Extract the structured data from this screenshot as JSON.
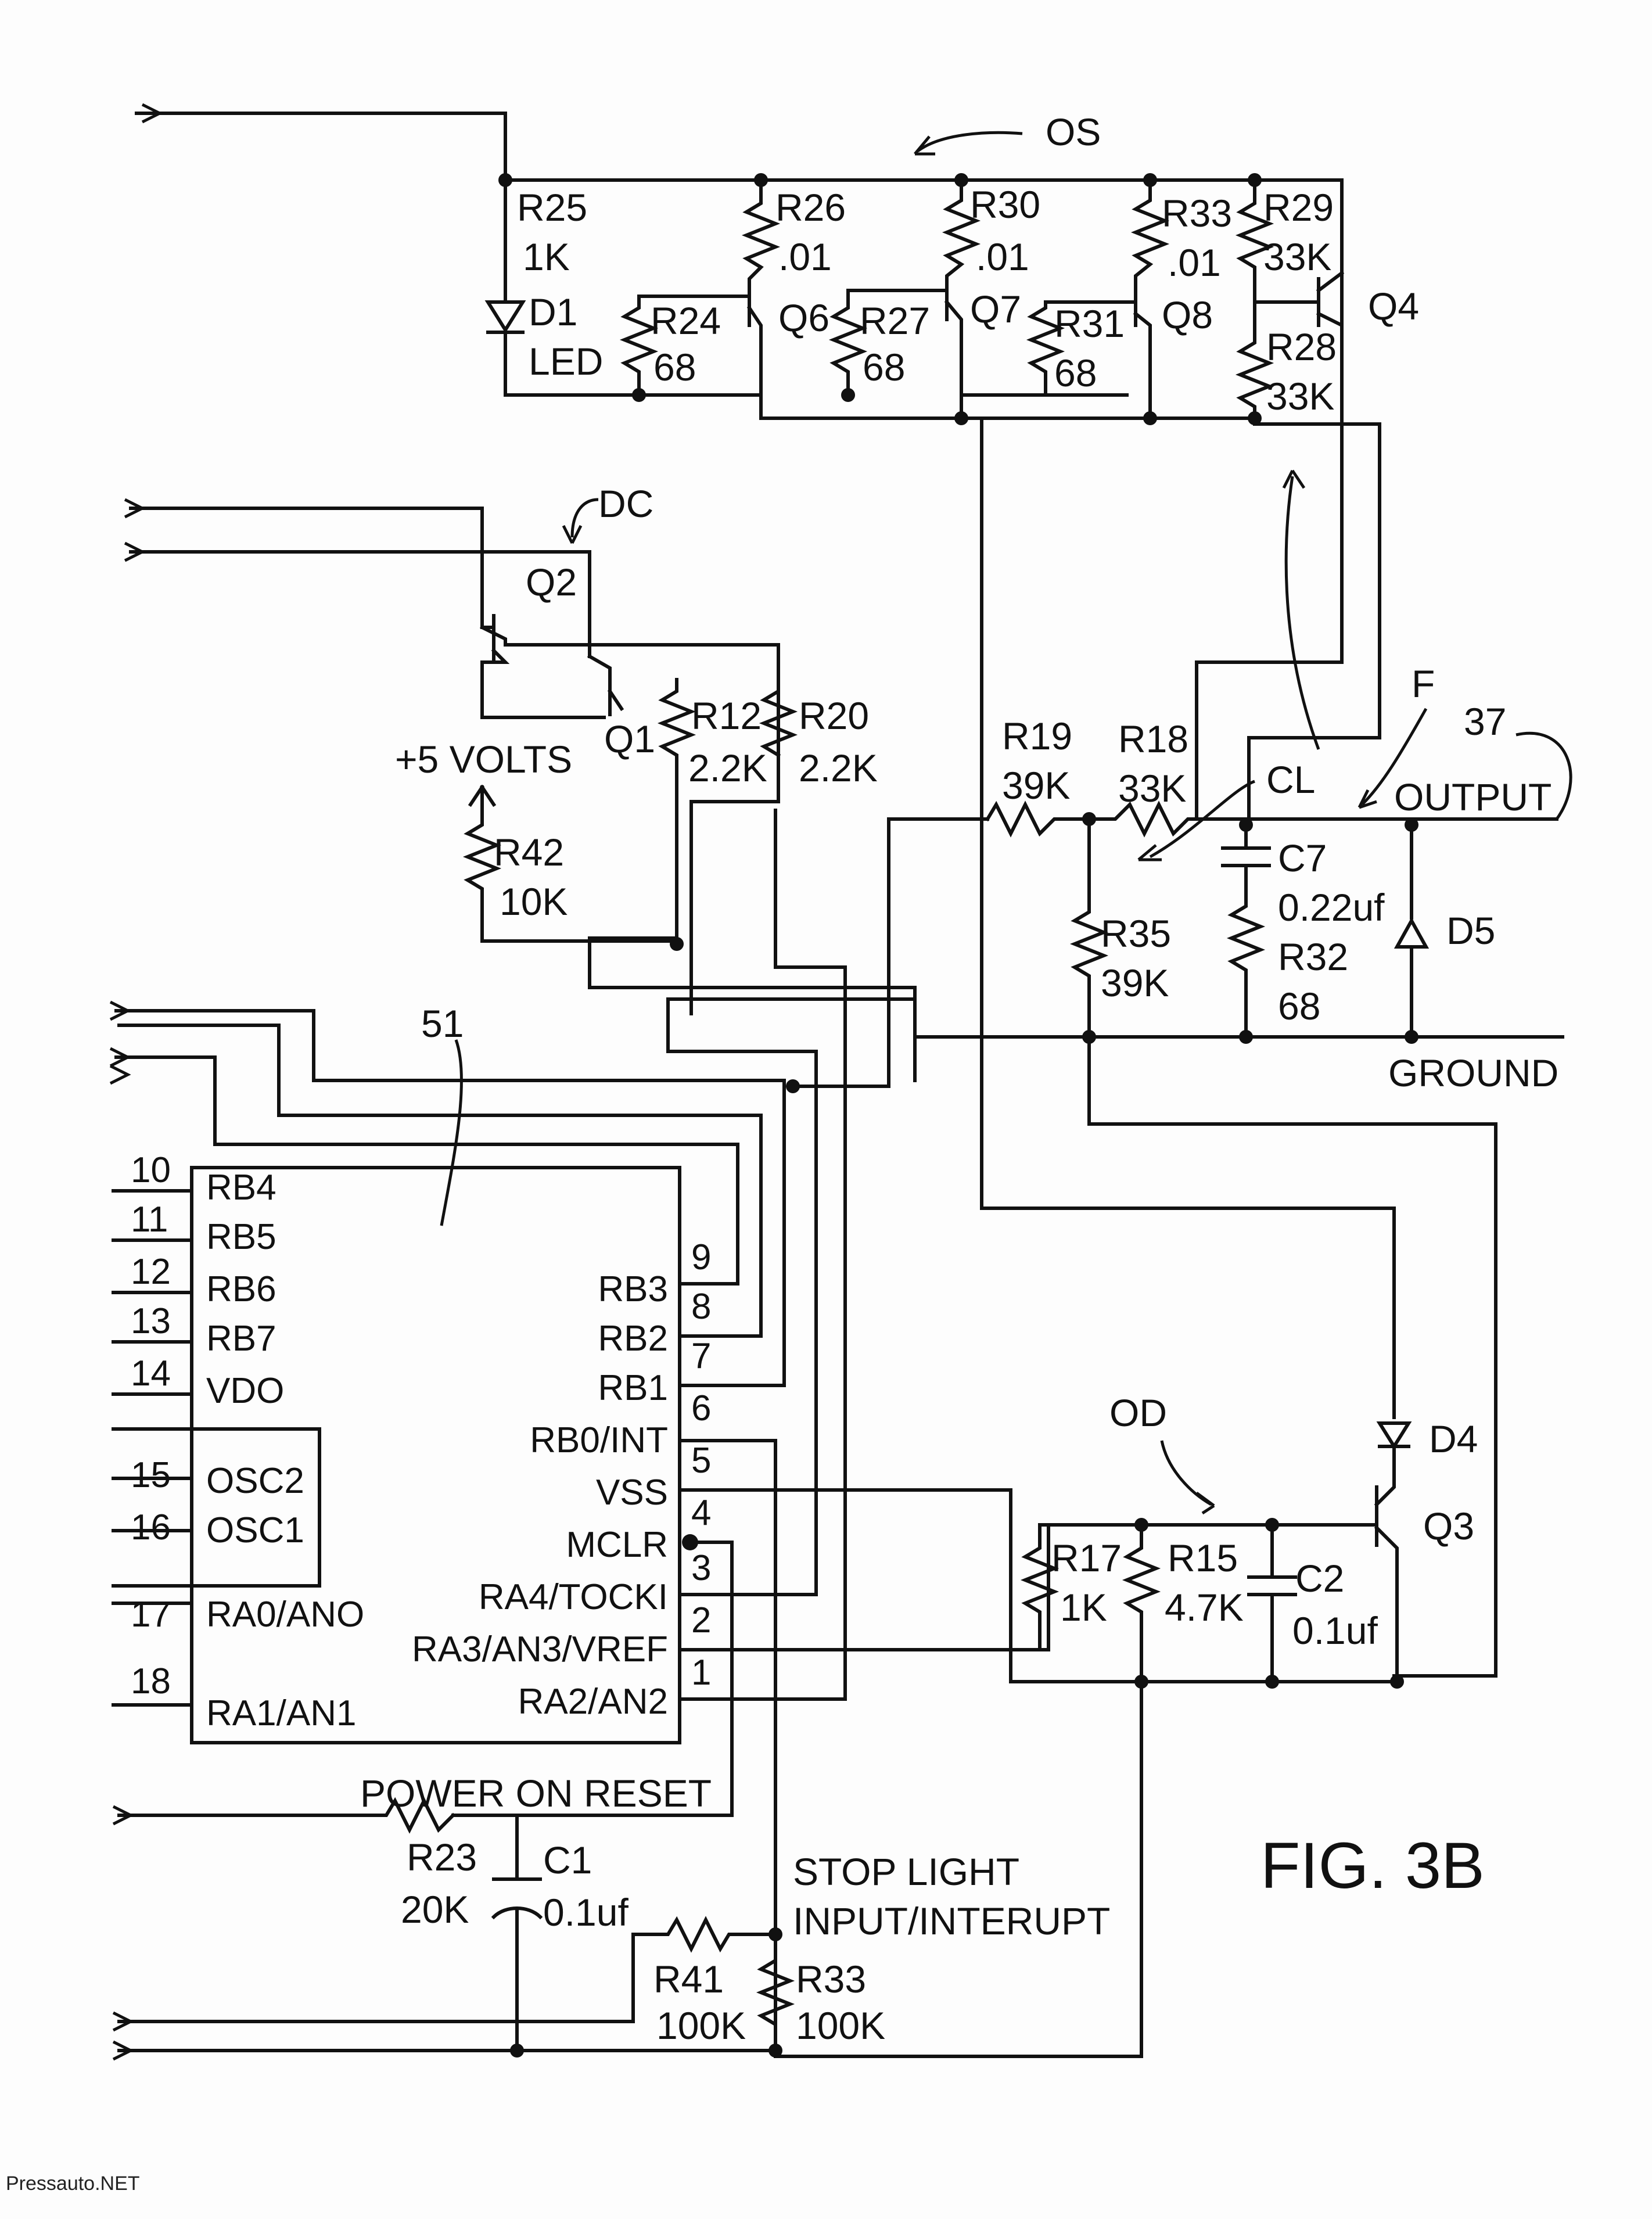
{
  "figure": {
    "title": "FIG. 3B",
    "watermark": "Pressauto.NET"
  },
  "sections": {
    "os": "OS",
    "dc": "DC",
    "od": "OD",
    "cl": "CL",
    "f": "F",
    "connector": "37",
    "ic": "51"
  },
  "components": {
    "r25": {
      "name": "R25",
      "value": "1K"
    },
    "d1": {
      "name": "D1",
      "value": "LED"
    },
    "r24": {
      "name": "R24",
      "value": "68"
    },
    "r26": {
      "name": "R26",
      "value": ".01"
    },
    "q6": {
      "name": "Q6"
    },
    "r27": {
      "name": "R27",
      "value": "68"
    },
    "r30": {
      "name": "R30",
      "value": ".01"
    },
    "q7": {
      "name": "Q7"
    },
    "r31": {
      "name": "R31",
      "value": "68"
    },
    "r33a": {
      "name": "R33",
      "value": ".01"
    },
    "q8": {
      "name": "Q8"
    },
    "r29": {
      "name": "R29",
      "value": "33K"
    },
    "q4": {
      "name": "Q4"
    },
    "r28": {
      "name": "R28",
      "value": "33K"
    },
    "q2": {
      "name": "Q2"
    },
    "q1": {
      "name": "Q1"
    },
    "r12": {
      "name": "R12",
      "value": "2.2K"
    },
    "r20": {
      "name": "R20",
      "value": "2.2K"
    },
    "r42": {
      "name": "R42",
      "value": "10K"
    },
    "r19": {
      "name": "R19",
      "value": "39K"
    },
    "r18": {
      "name": "R18",
      "value": "33K"
    },
    "c7": {
      "name": "C7",
      "value": "0.22uf"
    },
    "r32": {
      "name": "R32",
      "value": "68"
    },
    "d5": {
      "name": "D5"
    },
    "r35": {
      "name": "R35",
      "value": "39K"
    },
    "d4": {
      "name": "D4"
    },
    "q3": {
      "name": "Q3"
    },
    "r17": {
      "name": "R17",
      "value": "1K"
    },
    "r15": {
      "name": "R15",
      "value": "4.7K"
    },
    "c2": {
      "name": "C2",
      "value": "0.1uf"
    },
    "r23": {
      "name": "R23",
      "value": "20K"
    },
    "c1": {
      "name": "C1",
      "value": "0.1uf"
    },
    "r41": {
      "name": "R41",
      "value": "100K"
    },
    "r33b": {
      "name": "R33",
      "value": "100K"
    }
  },
  "net_labels": {
    "plus5": "+5 VOLTS",
    "output": "OUTPUT",
    "ground": "GROUND",
    "por": "POWER ON RESET",
    "stop1": "STOP LIGHT",
    "stop2": "INPUT/INTERUPT"
  },
  "ic_left": [
    {
      "num": "10",
      "name": "RB4"
    },
    {
      "num": "11",
      "name": "RB5"
    },
    {
      "num": "12",
      "name": "RB6"
    },
    {
      "num": "13",
      "name": "RB7"
    },
    {
      "num": "14",
      "name": "VDO"
    },
    {
      "num": "15",
      "name": "OSC2"
    },
    {
      "num": "16",
      "name": "OSC1"
    },
    {
      "num": "17",
      "name": "RA0/ANO"
    },
    {
      "num": "18",
      "name": "RA1/AN1"
    }
  ],
  "ic_right": [
    {
      "num": "9",
      "name": "RB3"
    },
    {
      "num": "8",
      "name": "RB2"
    },
    {
      "num": "7",
      "name": "RB1"
    },
    {
      "num": "6",
      "name": "RB0/INT"
    },
    {
      "num": "5",
      "name": "VSS"
    },
    {
      "num": "4",
      "name": "MCLR"
    },
    {
      "num": "3",
      "name": "RA4/TOCKI"
    },
    {
      "num": "2",
      "name": "RA3/AN3/VREF"
    },
    {
      "num": "1",
      "name": "RA2/AN2"
    }
  ]
}
